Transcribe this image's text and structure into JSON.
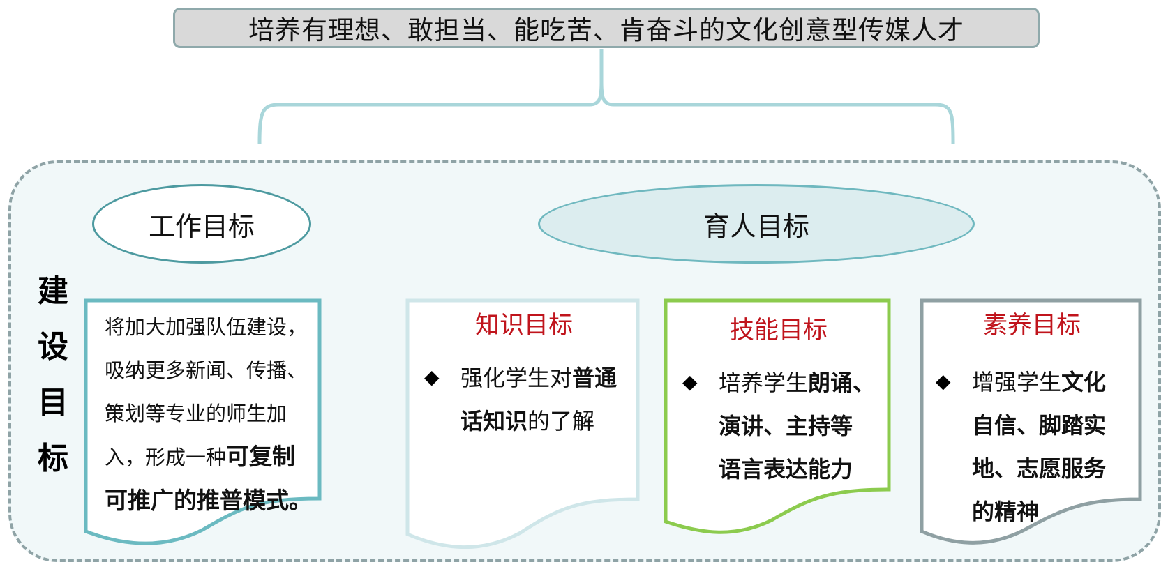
{
  "top_title": "培养有理想、敢担当、能吃苦、肯奋斗的文化创意型传媒人才",
  "side_label": [
    "建",
    "设",
    "目",
    "标"
  ],
  "work_goal": {
    "heading": "工作目标",
    "lines": [
      {
        "normal": "将加大加强队伍建设，",
        "bold": ""
      },
      {
        "normal": "吸纳更多新闻、传播、",
        "bold": ""
      },
      {
        "normal": "策划等专业的师生加",
        "bold": ""
      },
      {
        "normal": "入，形成一种",
        "bold": "可复制"
      },
      {
        "normal": "",
        "bold": "可推广的推普模式。"
      }
    ]
  },
  "edu_goal": {
    "heading": "育人目标"
  },
  "cards": [
    {
      "title": "知识目标",
      "bullet": "◆",
      "lines": [
        {
          "normal": "强化学生对",
          "bold": "普通",
          "after": ""
        },
        {
          "normal": "",
          "bold": "话知识",
          "after": "的了解"
        }
      ]
    },
    {
      "title": "技能目标",
      "bullet": "◆",
      "lines": [
        {
          "normal": "培养学生",
          "bold": "朗诵、",
          "after": ""
        },
        {
          "normal": "",
          "bold": "演讲、主持等",
          "after": ""
        },
        {
          "normal": "",
          "bold": "语言表达能力",
          "after": ""
        }
      ]
    },
    {
      "title": "素养目标",
      "bullet": "◆",
      "lines": [
        {
          "normal": "增强学生",
          "bold": "文化",
          "after": ""
        },
        {
          "normal": "",
          "bold": "自信、脚踏实",
          "after": ""
        },
        {
          "normal": "",
          "bold": "地、志愿服务",
          "after": ""
        },
        {
          "normal": "",
          "bold": "的精神",
          "after": ""
        }
      ]
    }
  ],
  "colors": {
    "title_fill": "#d9d9d9",
    "brace": "#a9d6da",
    "container_fill": "#f1f8f9",
    "container_border": "#8fa3a6",
    "work_card_border": "#6bbac1",
    "knowledge_card_border": "#cfe6e9",
    "skill_card_border": "#8ccb4e",
    "quality_card_border": "#8fa0a3",
    "card_title": "#c0141c"
  }
}
